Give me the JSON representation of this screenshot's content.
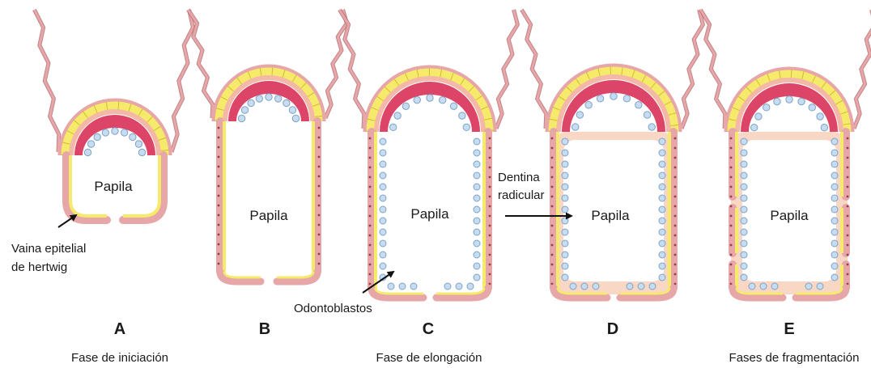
{
  "panels": [
    {
      "letter": "A",
      "papila": "Papila"
    },
    {
      "letter": "B",
      "papila": "Papila"
    },
    {
      "letter": "C",
      "papila": "Papila"
    },
    {
      "letter": "D",
      "papila": "Papila"
    },
    {
      "letter": "E",
      "papila": "Papila"
    }
  ],
  "phases": {
    "iniciacion": "Fase de iniciación",
    "elongacion": "Fase de elongación",
    "fragmentacion": "Fases de fragmentación"
  },
  "callouts": {
    "vaina_line1": "Vaina epitelial",
    "vaina_line2": "de hertwig",
    "odontoblastos": "Odontoblastos",
    "dentina_line1": "Dentina",
    "dentina_line2": "radicular"
  },
  "colors": {
    "follicle": "#e7a6a8",
    "follicle_stroke": "#b77074",
    "enamel_organ": "#f6ea6a",
    "enamel_stroke": "#c5a826",
    "dentin_crown": "#dc4468",
    "predentin": "#f4b8a8",
    "odontoblast": "#c6dcf0",
    "odontoblast_stroke": "#7ea2c8",
    "root_dentin": "#f7cdb6",
    "nucleus": "#9a3b4a"
  }
}
